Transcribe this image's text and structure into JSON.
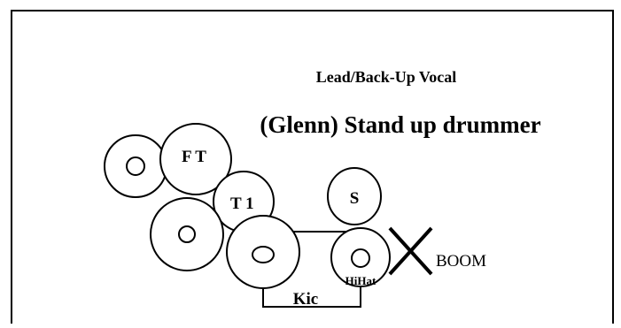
{
  "diagram": {
    "subtitle": "Lead/Back-Up Vocal",
    "title": "(Glenn) Stand up drummer",
    "labels": {
      "floor_tom": "F T",
      "tom_1": "T 1",
      "snare": "S",
      "hihat": "HiHat",
      "kick": "Kic",
      "boom": "BOOM"
    },
    "colors": {
      "stroke": "#000000",
      "background": "#ffffff"
    }
  }
}
